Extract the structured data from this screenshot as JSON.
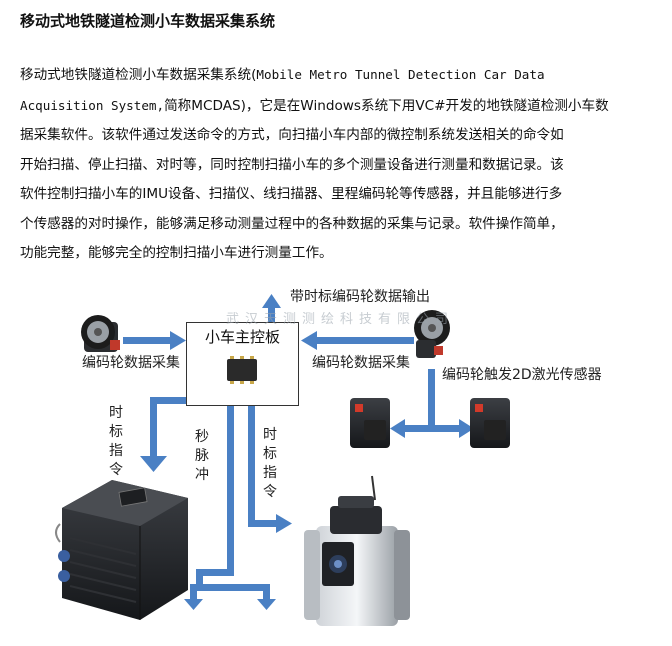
{
  "document": {
    "title": "移动式地铁隧道检测小车数据采集系统",
    "paragraph_lines": [
      {
        "cn": "移动式地铁隧道检测小车数据采集系统(",
        "en": "Mobile Metro Tunnel Detection Car Data"
      },
      {
        "en": "Acquisition System,",
        "cn": "简称MCDAS)，它是在Windows系统下用VC#开发的地铁隧道检测小车数"
      },
      {
        "cn": "据采集软件。该软件通过发送命令的方式，向扫描小车内部的微控制系统发送相关的命令如"
      },
      {
        "cn": "开始扫描、停止扫描、对时等，同时控制扫描小车的多个测量设备进行测量和数据记录。该"
      },
      {
        "cn": "软件控制扫描小车的IMU设备、扫描仪、线扫描器、里程编码轮等传感器，并且能够进行多"
      },
      {
        "cn": "个传感器的对时操作，能够满足移动测量过程中的各种数据的采集与记录。软件操作简单，"
      },
      {
        "cn": "功能完整，能够完全的控制扫描小车进行测量工作。"
      }
    ]
  },
  "diagram": {
    "board_label": "小车主控板",
    "output_label": "带时标编码轮数据输出",
    "encoder_left_label": "编码轮数据采集",
    "encoder_right_label": "编码轮数据采集",
    "sensor_label": "编码轮触发2D激光传感器",
    "time_cmd_left": [
      "时",
      "标",
      "指",
      "令"
    ],
    "pps_label": [
      "秒",
      "脉",
      "冲"
    ],
    "time_cmd_right": [
      "时",
      "标",
      "指",
      "令"
    ],
    "watermark": "武汉天测测绘科技有限公司",
    "arrow_color": "#4a80c4"
  }
}
